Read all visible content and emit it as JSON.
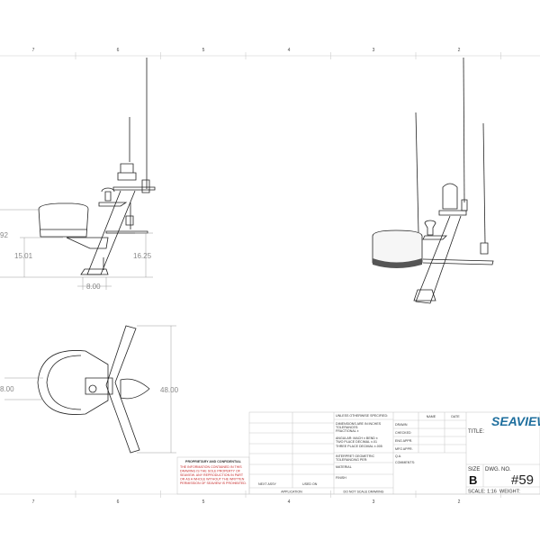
{
  "ruler": {
    "top": [
      "7",
      "6",
      "5",
      "4",
      "3",
      "2"
    ],
    "bottom": [
      "7",
      "6",
      "5",
      "4",
      "3",
      "2"
    ]
  },
  "dimensions": {
    "side_left_partial": "92",
    "side_height_a": "15.01",
    "side_height_b": "16.25",
    "side_base_width": "8.00",
    "top_width": "8.00",
    "top_length": "48.00"
  },
  "proprietary": {
    "heading": "PROPRIETARY AND CONFIDENTIAL",
    "lines": [
      "THE INFORMATION CONTAINED IN THIS",
      "DRAWING IS THE SOLE PROPERTY OF",
      "SEAVIEW. ANY REPRODUCTION IN PART",
      "OR AS A WHOLE WITHOUT THE WRITTEN",
      "PERMISSION OF SEAVIEW IS PROHIBITED."
    ],
    "text_color": "#c62828"
  },
  "title_block": {
    "next_assy": "NEXT ASSY",
    "used_on": "USED ON",
    "application": "APPLICATION",
    "unless": "UNLESS OTHERWISE SPECIFIED:",
    "dims_lines": [
      "DIMENSIONS ARE IN INCHES",
      "TOLERANCES:",
      "FRACTIONAL ±",
      "ANGULAR: MACH ±   BEND ±",
      "TWO PLACE DECIMAL   ±.01",
      "THREE PLACE DECIMAL  ±.005"
    ],
    "interpret": [
      "INTERPRET GEOMETRIC",
      "TOLERANCING PER:"
    ],
    "material": "MATERIAL",
    "finish": "FINISH",
    "do_not_scale": "DO NOT SCALE DRAWING",
    "name_header": "NAME",
    "date_header": "DATE",
    "roles": [
      "DRAWN",
      "CHECKED",
      "ENG APPR.",
      "MFG APPR.",
      "Q.A."
    ],
    "comments": "COMMENTS:",
    "logo": "SEAVIEW",
    "logo_color": "#1f6f9e",
    "title_label": "TITLE:",
    "size_label": "SIZE",
    "dwg_no_label": "DWG.  NO.",
    "size_value": "B",
    "dwg_no_value": "#59",
    "scale": "SCALE: 1:16",
    "weight": "WEIGHT:"
  }
}
